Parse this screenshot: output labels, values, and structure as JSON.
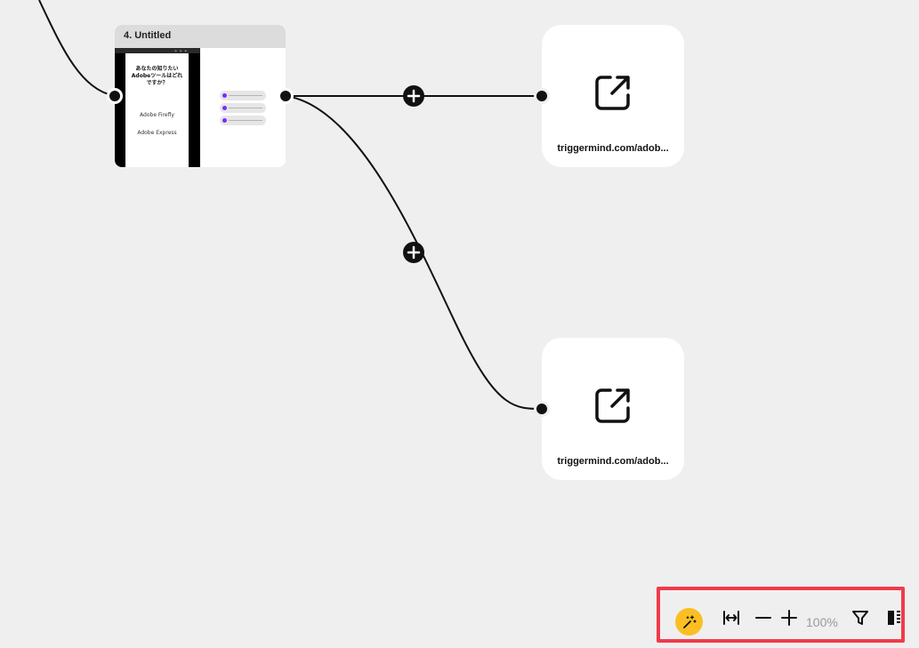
{
  "video_node": {
    "title": "4. Untitled",
    "question": "あなたの知りたいAdobeツールはどれですか？",
    "option_1": "Adobe Firefly",
    "option_2": "Adobe Express",
    "choice_count": 3,
    "choice_color": "#7a2cff"
  },
  "link_nodes": [
    {
      "url": "triggermind.com/adob...",
      "icon": "external-link-icon"
    },
    {
      "url": "triggermind.com/adob...",
      "icon": "external-link-icon"
    }
  ],
  "toolbar": {
    "magic_icon": "magic-wand-icon",
    "magic_color": "#fbbf24",
    "fit_icon": "fit-width-icon",
    "zoom_out_icon": "minus-icon",
    "zoom_in_icon": "plus-icon",
    "zoom_level": "100%",
    "filter_icon": "filter-icon",
    "panel_icon": "panel-icon",
    "highlight_color": "#f23a4a"
  }
}
